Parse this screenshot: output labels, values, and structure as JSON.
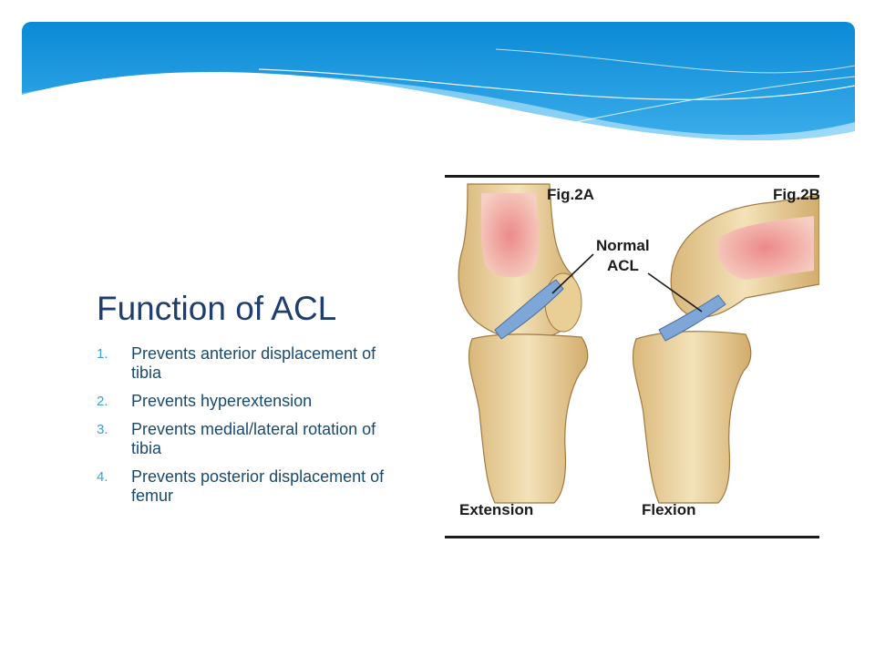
{
  "slide": {
    "title": "Function of ACL",
    "items": [
      {
        "num": "1.",
        "text": "Prevents anterior displacement of tibia"
      },
      {
        "num": "2.",
        "text": "Prevents hyperextension"
      },
      {
        "num": "3.",
        "text": "Prevents medial/lateral rotation of tibia"
      },
      {
        "num": "4.",
        "text": "Prevents posterior displacement of femur"
      }
    ]
  },
  "figure": {
    "fig_a": "Fig.2A",
    "fig_b": "Fig.2B",
    "callout_line1": "Normal",
    "callout_line2": "ACL",
    "caption_left": "Extension",
    "caption_right": "Flexion"
  },
  "colors": {
    "banner_dark": "#0b8fd8",
    "banner_light": "#8fd0f5",
    "title": "#1f3e6d",
    "list_number": "#3a9fd8",
    "bone": "#efd9a8",
    "marrow": "#e58a8a",
    "ligament": "#7ea6d6"
  }
}
